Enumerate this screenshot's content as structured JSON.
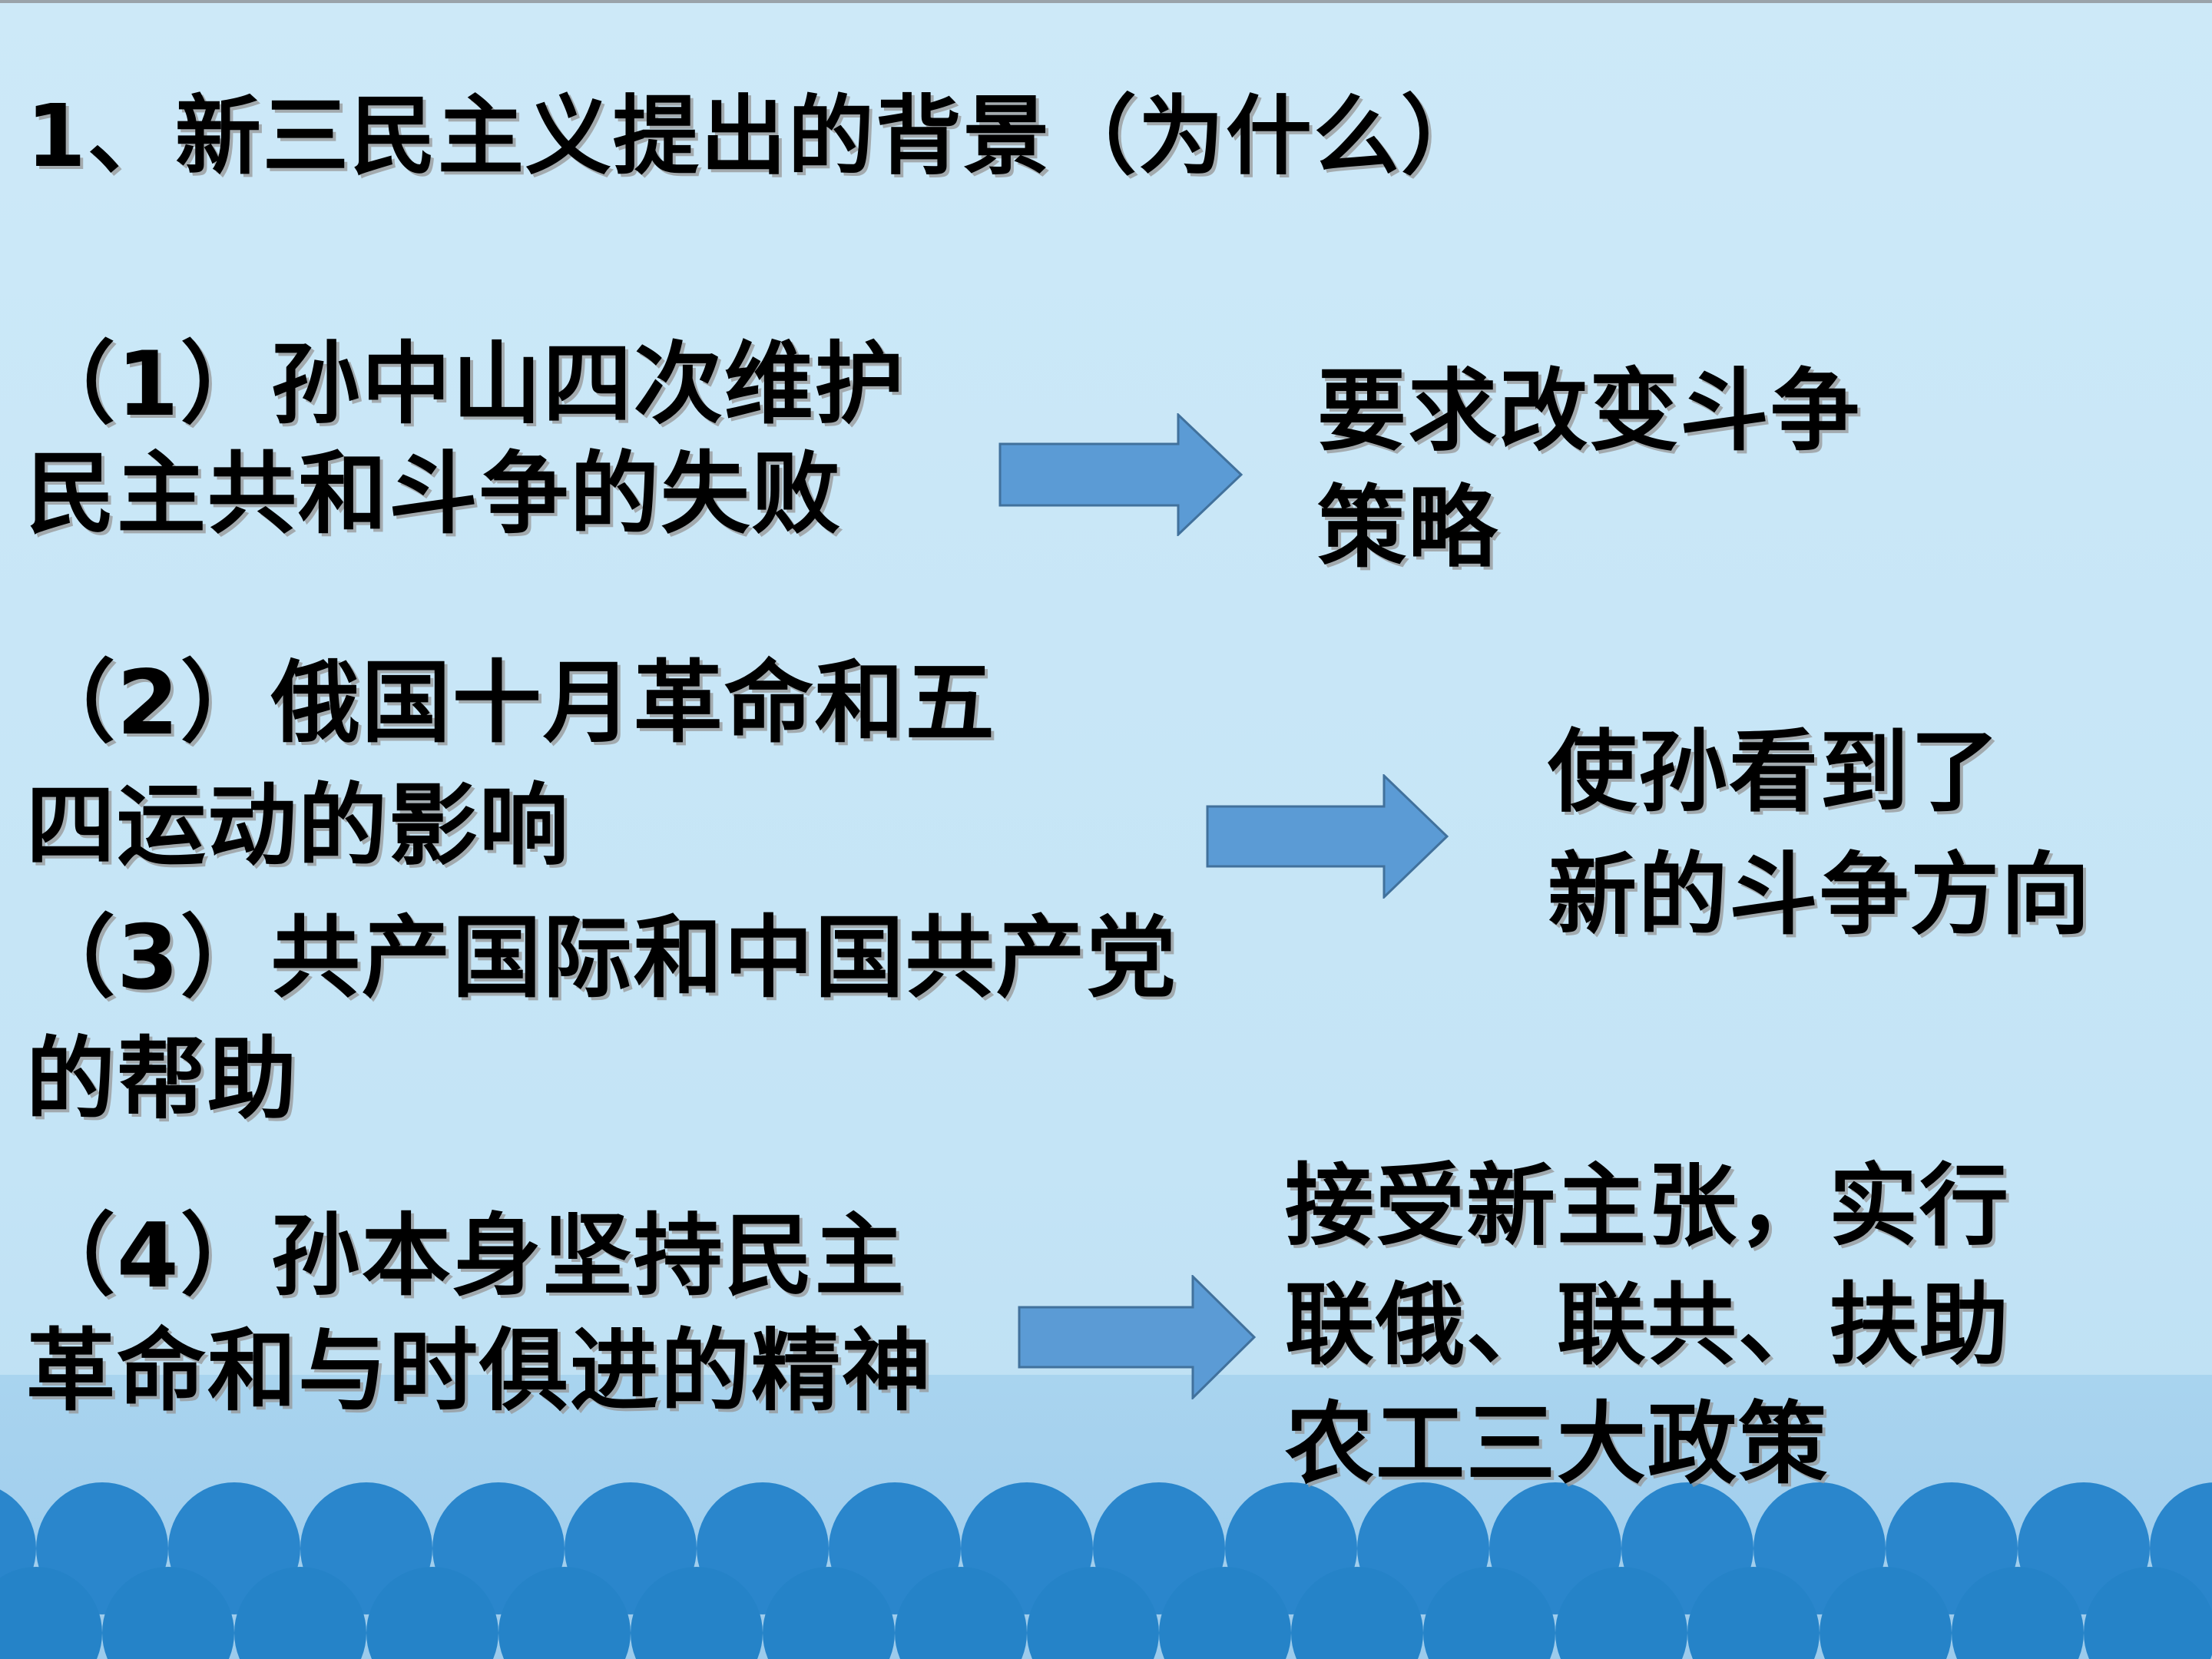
{
  "slide": {
    "title": "1、新三民主义提出的背景（为什么）",
    "items": [
      {
        "line1": "（1）孙中山四次维护",
        "line2": "民主共和斗争的失败"
      },
      {
        "line1": "（2）俄国十月革命和五",
        "line2": "四运动的影响"
      },
      {
        "line1": "（3）共产国际和中国共产党",
        "line2": "的帮助"
      },
      {
        "line1": "（4）孙本身坚持民主",
        "line2": "革命和与时俱进的精神"
      }
    ],
    "results": [
      {
        "line1": "要求改变斗争",
        "line2": "策略"
      },
      {
        "line1": "使孙看到了",
        "line2": "新的斗争方向"
      },
      {
        "line1": "接受新主张，实行",
        "line2": "联俄、联共、扶助",
        "line3": "农工三大政策"
      }
    ]
  },
  "colors": {
    "background": "#c5e6f7",
    "arrow_fill": "#5b9bd5",
    "arrow_stroke": "#41719c",
    "scale_blue": "#2a86cc"
  }
}
